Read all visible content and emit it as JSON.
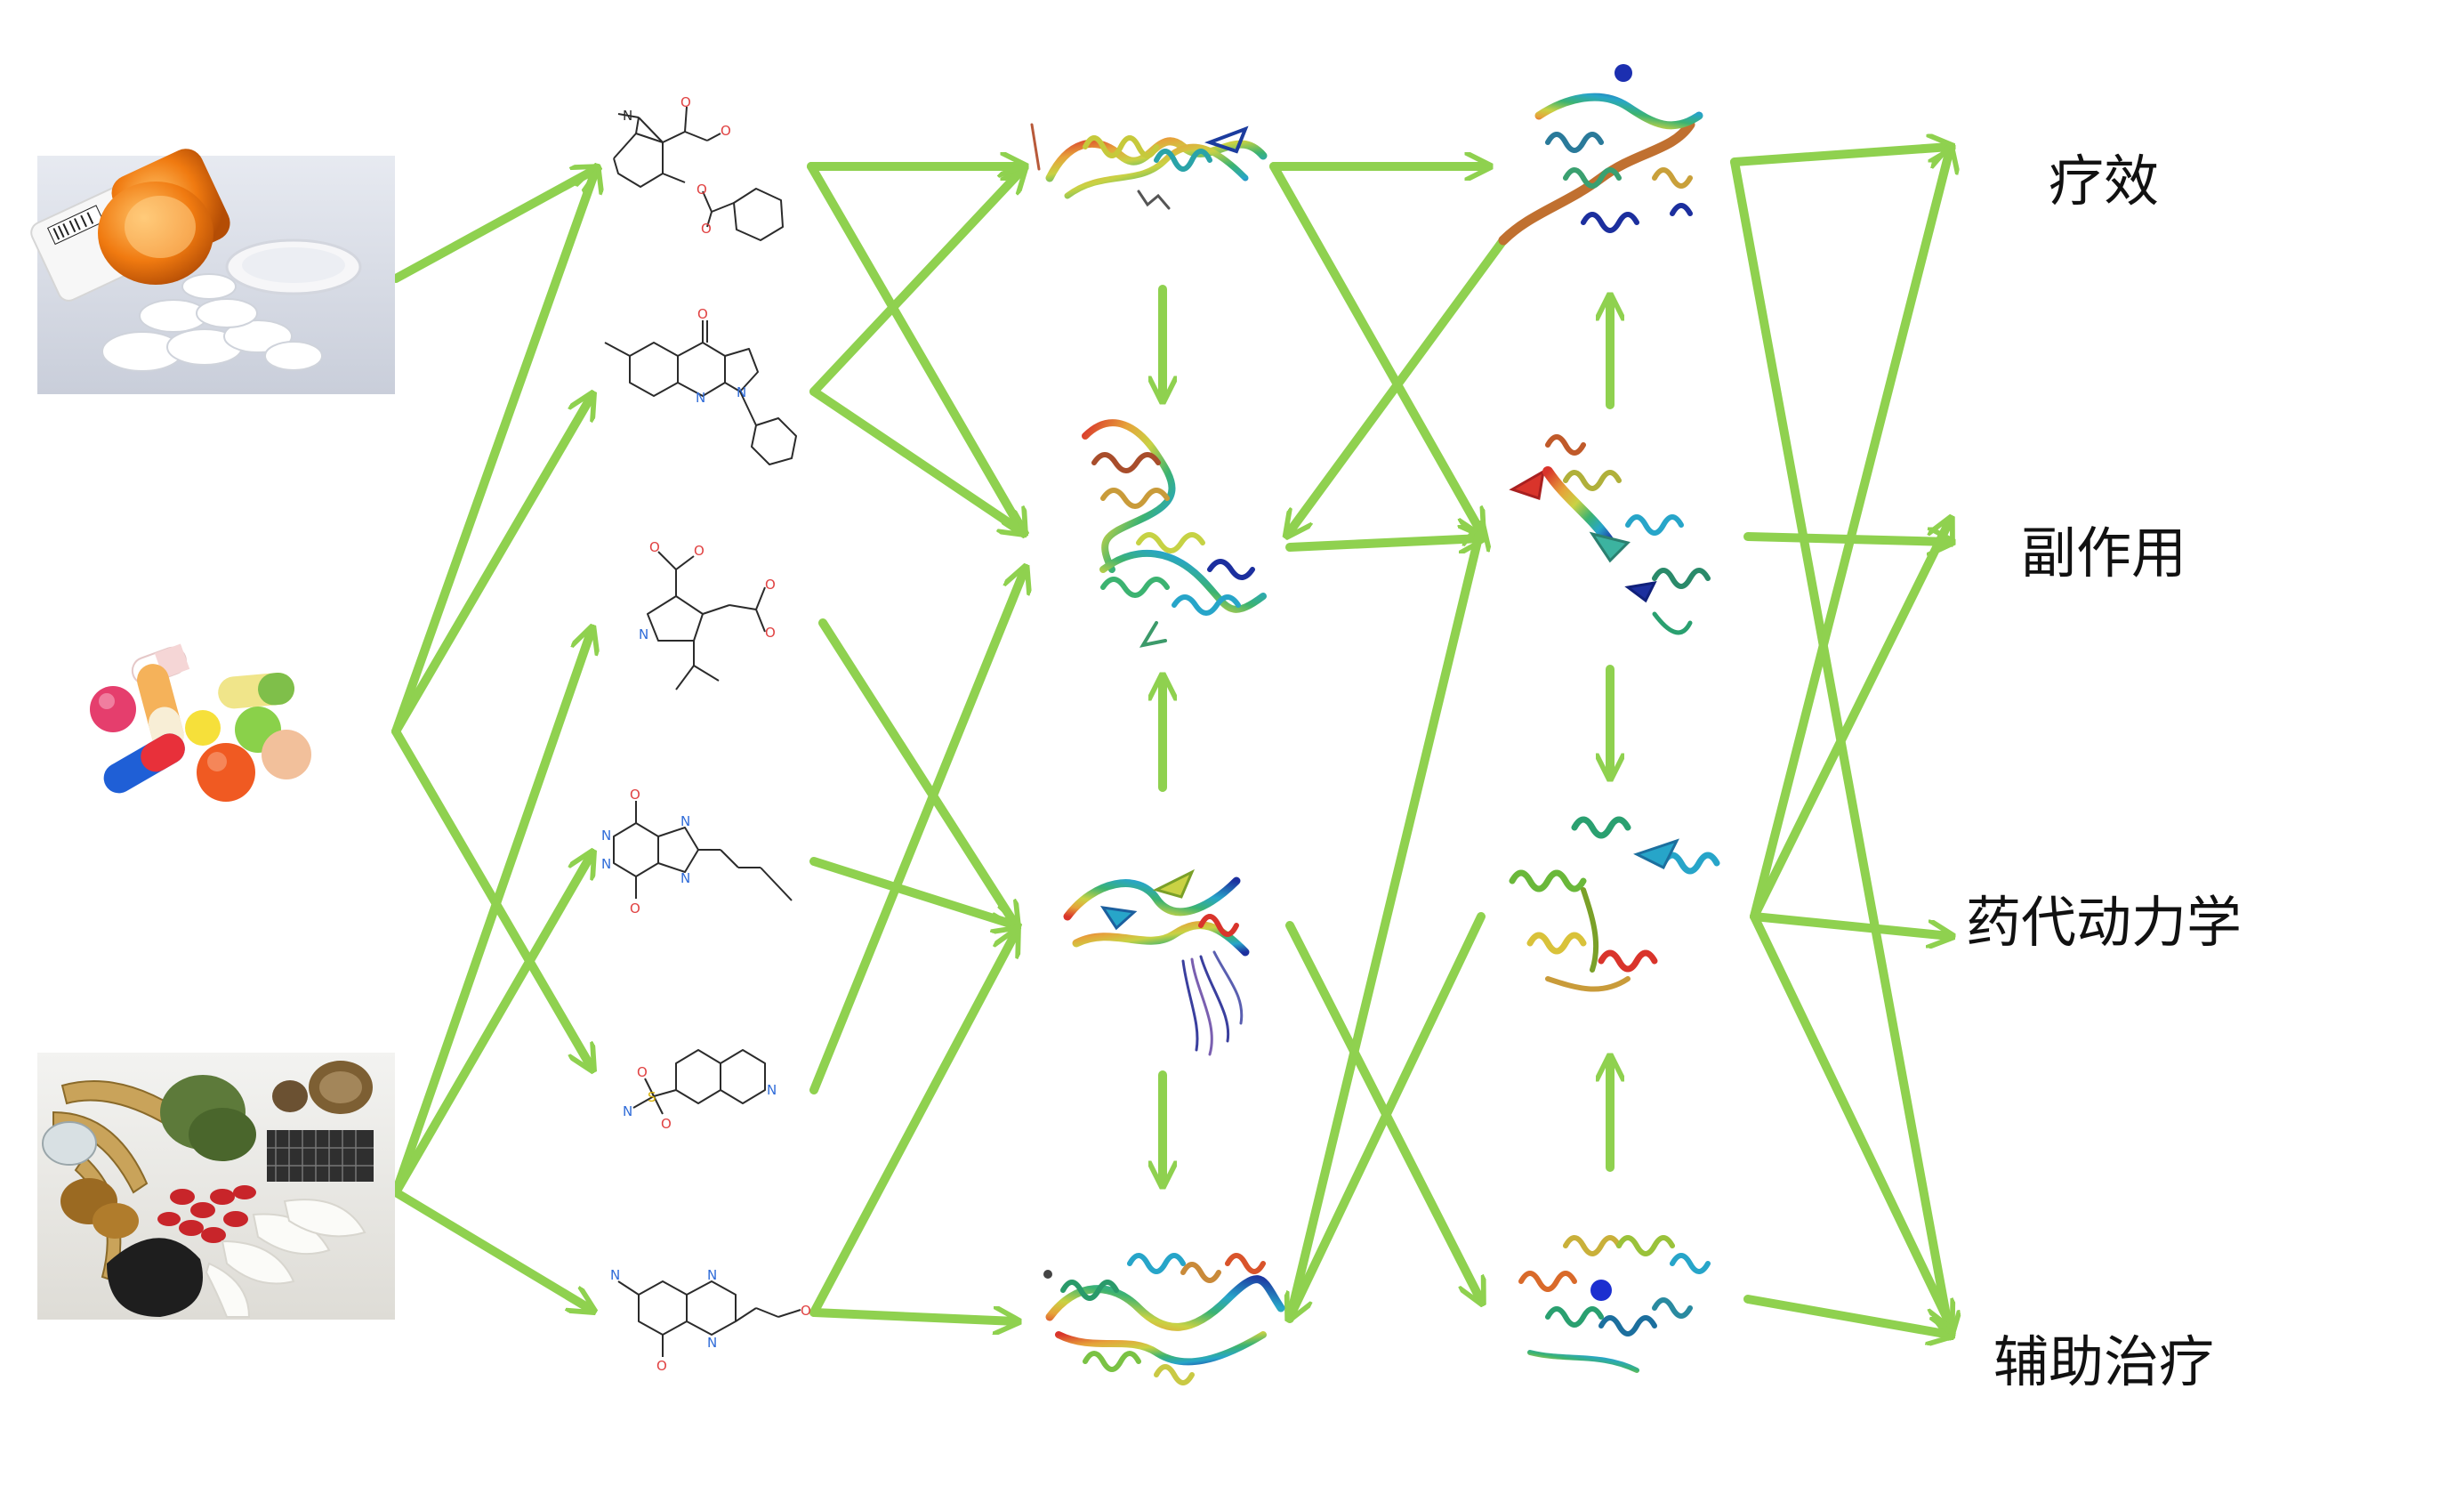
{
  "colors": {
    "arrow": "#8fd14f",
    "label_text": "#111111",
    "atom_N": "#2f6bd8",
    "atom_O": "#e04040",
    "atom_S": "#d9b000"
  },
  "sources": [
    {
      "id": "western-pills",
      "icon": "pill-bottle-photo"
    },
    {
      "id": "mixed-pills",
      "icon": "capsules-photo"
    },
    {
      "id": "herbal-medicine",
      "icon": "herbal-medicine-photo"
    }
  ],
  "compounds": [
    {
      "id": "compound-1",
      "icon": "tropane-ester-structure"
    },
    {
      "id": "compound-2",
      "icon": "quinoline-pyrrolidine-structure"
    },
    {
      "id": "compound-3",
      "icon": "pyrrolidine-acid-structure"
    },
    {
      "id": "compound-4",
      "icon": "purine-like-structure"
    },
    {
      "id": "compound-5",
      "icon": "sulfonamide-isoquinoline-structure"
    },
    {
      "id": "compound-6",
      "icon": "pteridine-structure"
    }
  ],
  "targets_column_1": [
    {
      "id": "protein-a1",
      "icon": "protein-ribbon"
    },
    {
      "id": "protein-a2",
      "icon": "protein-ribbon"
    },
    {
      "id": "protein-a3",
      "icon": "protein-ribbon"
    },
    {
      "id": "protein-a4",
      "icon": "protein-ribbon"
    }
  ],
  "targets_column_2": [
    {
      "id": "protein-b1",
      "icon": "protein-ribbon"
    },
    {
      "id": "protein-b2",
      "icon": "protein-ribbon"
    },
    {
      "id": "protein-b3",
      "icon": "protein-ribbon"
    },
    {
      "id": "protein-b4",
      "icon": "protein-ribbon"
    }
  ],
  "outcomes": [
    {
      "label": "疗效"
    },
    {
      "label": "副作用"
    },
    {
      "label": "药代动力学"
    },
    {
      "label": "辅助治疗"
    }
  ]
}
